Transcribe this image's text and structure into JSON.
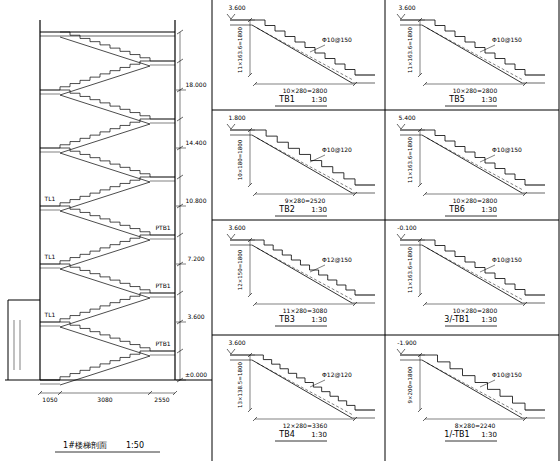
{
  "diagram": {
    "labels": [
      "1#楼梯剖面",
      "1:50",
      "±0.000",
      "3.600",
      "7.200",
      "10.800",
      "14.400",
      "18.000",
      "PTB1",
      "PTB1",
      "PTB1",
      "TL1",
      "TL1",
      "TL1",
      "1050",
      "3080",
      "2550",
      "TB1",
      "1:30",
      "3.600",
      "10×280=2800",
      "11×163.6=1800",
      "Φ10@150",
      "TB5",
      "1:30",
      "3.600",
      "10×280=2800",
      "11×163.6=1800",
      "Φ10@150",
      "TB2",
      "1:30",
      "1.800",
      "9×280=2520",
      "10×180=1800",
      "Φ10@120",
      "TB6",
      "1:30",
      "5.400",
      "10×280=2800",
      "11×163.6=1800",
      "Φ10@150",
      "TB3",
      "1:30",
      "3.600",
      "11×280=3080",
      "12×150=1800",
      "Φ12@150",
      "3/-TB1",
      "1:30",
      "-0.100",
      "10×280=2800",
      "11×163.6=1800",
      "Φ10@150",
      "TB4",
      "1:30",
      "3.600",
      "12×280=3360",
      "13×138.5=1800",
      "Φ12@120",
      "1/-TB1",
      "1:30",
      "-1.900",
      "8×280=2240",
      "9×200=1800",
      "Φ10@150"
    ]
  }
}
